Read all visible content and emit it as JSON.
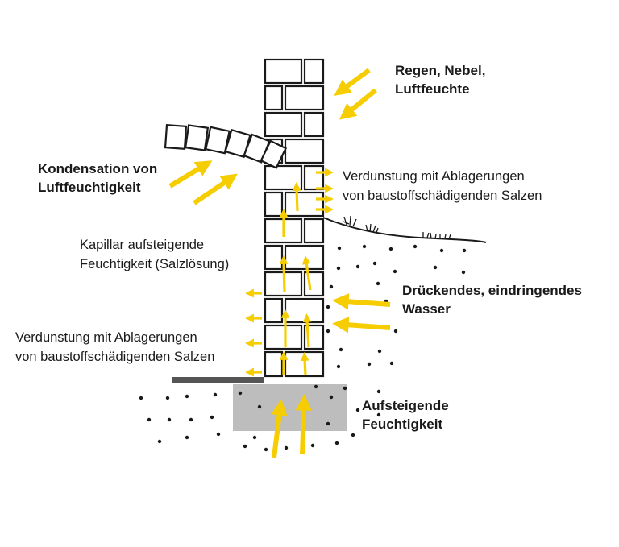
{
  "labels": {
    "regen": [
      "Regen, Nebel,",
      "Luftfeuchte"
    ],
    "kondensation": [
      "Kondensation von",
      "Luftfeuchtigkeit"
    ],
    "verdunstung_rechts": [
      "Verdunstung mit Ablagerungen",
      "von baustoffschädigenden Salzen"
    ],
    "kapillar": [
      "Kapillar aufsteigende",
      "Feuchtigkeit (Salzlösung)"
    ],
    "drueckendes": [
      "Drückendes, eindringendes",
      "Wasser"
    ],
    "verdunstung_links": [
      "Verdunstung mit Ablagerungen",
      "von baustoffschädigenden Salzen"
    ],
    "aufsteigende": [
      "Aufsteigende",
      "Feuchtigkeit"
    ]
  },
  "colors": {
    "arrow": "#f5cd00",
    "outline": "#1a1a1a",
    "foundation": "#bdbdbd",
    "damp_course": "#555555"
  }
}
